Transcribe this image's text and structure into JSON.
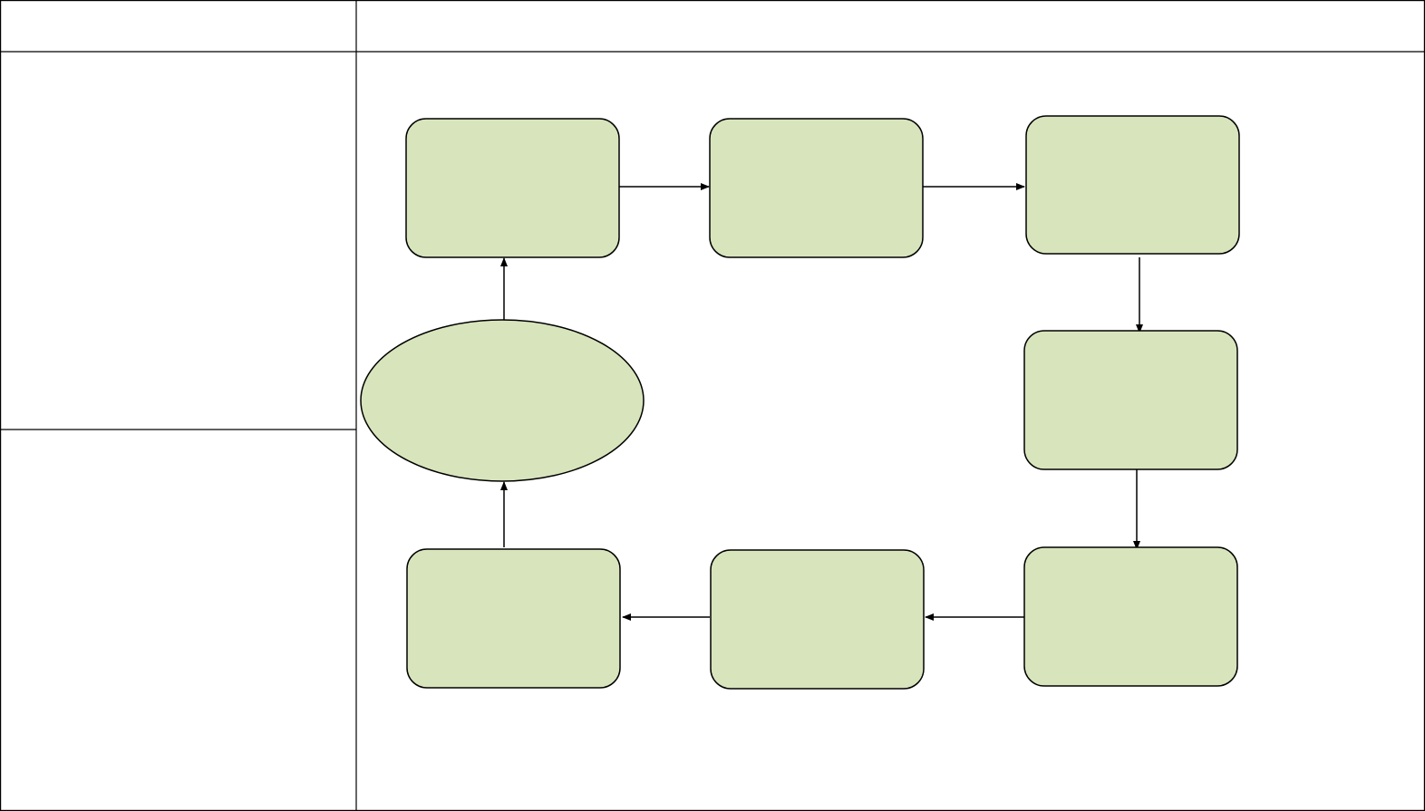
{
  "table": {
    "header_left": "",
    "header_right": "",
    "left_top": "",
    "left_bottom": ""
  },
  "diagram": {
    "fill_color": "#d8e4bc",
    "stroke_color": "#000000",
    "nodes": [
      {
        "id": "node-1",
        "shape": "rounded-rect",
        "label": ""
      },
      {
        "id": "node-2",
        "shape": "rounded-rect",
        "label": ""
      },
      {
        "id": "node-3",
        "shape": "rounded-rect",
        "label": ""
      },
      {
        "id": "node-4",
        "shape": "rounded-rect",
        "label": ""
      },
      {
        "id": "node-5",
        "shape": "rounded-rect",
        "label": ""
      },
      {
        "id": "node-6",
        "shape": "rounded-rect",
        "label": ""
      },
      {
        "id": "node-7",
        "shape": "rounded-rect",
        "label": ""
      },
      {
        "id": "node-start",
        "shape": "ellipse",
        "label": ""
      }
    ],
    "edges": [
      {
        "from": "node-start",
        "to": "node-1"
      },
      {
        "from": "node-1",
        "to": "node-2"
      },
      {
        "from": "node-2",
        "to": "node-3"
      },
      {
        "from": "node-3",
        "to": "node-4"
      },
      {
        "from": "node-4",
        "to": "node-5"
      },
      {
        "from": "node-5",
        "to": "node-6"
      },
      {
        "from": "node-6",
        "to": "node-7"
      },
      {
        "from": "node-7",
        "to": "node-start"
      }
    ]
  }
}
